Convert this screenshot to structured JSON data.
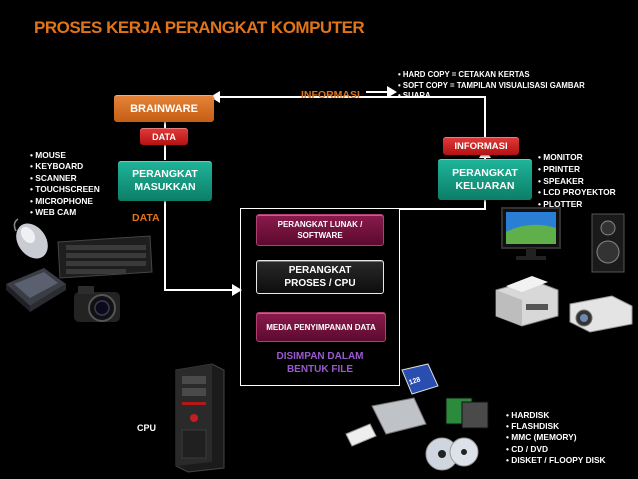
{
  "title": "PROSES KERJA PERANGKAT KOMPUTER",
  "boxes": {
    "brainware": "BRAINWARE",
    "data_top": "DATA",
    "input_device": "PERANGKAT MASUKKAN",
    "informasi_red": "INFORMASI",
    "output_device": "PERANGKAT KELUARAN",
    "software": "PERANGKAT LUNAK / SOFTWARE",
    "cpu": "PERANGKAT PROSES / CPU",
    "storage": "MEDIA PENYIMPANAN DATA"
  },
  "labels": {
    "informasi_top": "INFORMASI",
    "data_side": "DATA",
    "disimpan": "DISIMPAN DALAM BENTUK FILE",
    "cpu_label": "CPU"
  },
  "lists": {
    "input_devices": [
      "MOUSE",
      "KEYBOARD",
      "SCANNER",
      "TOUCHSCREEN",
      "MICROPHONE",
      "WEB CAM"
    ],
    "output_devices": [
      "MONITOR",
      "PRINTER",
      "SPEAKER",
      "LCD PROYEKTOR",
      "PLOTTER"
    ],
    "output_forms": [
      "HARD COPY = CETAKAN KERTAS",
      "SOFT COPY = TAMPILAN VISUALISASI GAMBAR",
      "SUARA"
    ],
    "storage_media": [
      "HARDISK",
      "FLASHDISK",
      "MMC (MEMORY)",
      "CD / DVD",
      "DISKET / FLOOPY DISK"
    ]
  },
  "pictured": {
    "sd_card_label": "128"
  },
  "colors": {
    "title": "#e0741a",
    "orange_box": "#d96f25",
    "red_box": "#c81e1e",
    "green_box": "#13977f",
    "purple_box": "#6e1239",
    "disimpan_text": "#9b59d0",
    "data_side_text": "#e0741a",
    "informasi_text": "#e0741a"
  }
}
